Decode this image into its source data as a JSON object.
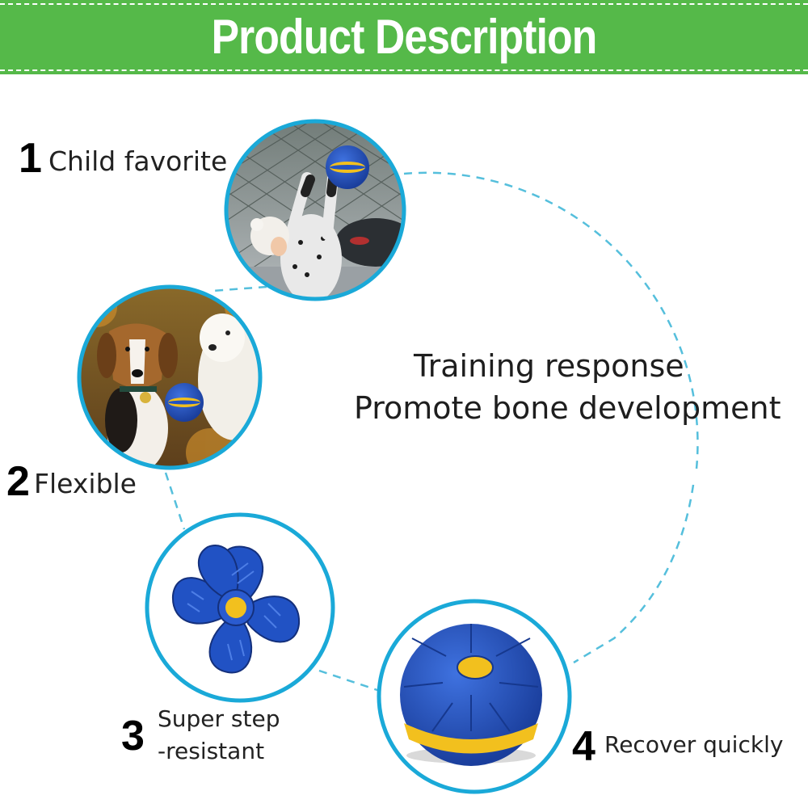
{
  "banner": {
    "title": "Product Description",
    "color": "#55b949"
  },
  "center": {
    "line1": "Training response",
    "line2": "Promote bone development"
  },
  "features": [
    {
      "number": "1",
      "label": "Child favorite"
    },
    {
      "number": "2",
      "label": "Flexible"
    },
    {
      "number": "3",
      "label_line1": "Super step",
      "label_line2": "-resistant"
    },
    {
      "number": "4",
      "label": "Recover quickly"
    }
  ],
  "colors": {
    "ring": "#1aa9d8",
    "dashed_path": "#55bfdc",
    "ball_blue": "#2152c4",
    "ball_yellow": "#f2c01e"
  },
  "images": {
    "photo1": "child-catching-ball-photo",
    "photo2": "dogs-with-ball-photo",
    "photo3": "open-flower-ball-photo",
    "photo4": "closed-ball-photo"
  }
}
